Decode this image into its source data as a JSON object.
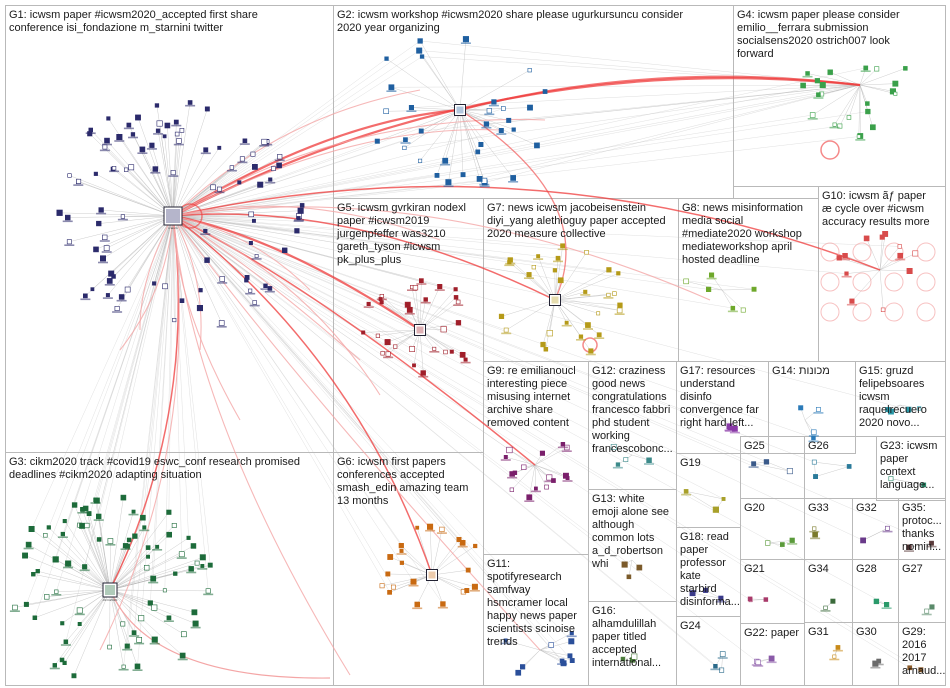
{
  "graph_title": "",
  "colors": {
    "group_border": "#b9b9b9",
    "edge": "#b8b8b8",
    "edge_strong": "#ef3b3b",
    "edge_soft": "#f4a6a6",
    "node_stroke": "#222233"
  },
  "groups": [
    {
      "id": "G1",
      "label_lines": [
        "G1: icwsm paper #icwsm2020_accepted first share",
        "conference isi_fondazione m_starnini twitter"
      ],
      "node_color": "#2b2a6b",
      "hub_name": "icwsm",
      "node_count": 95
    },
    {
      "id": "G2",
      "label_lines": [
        "G2: icwsm workshop #icwsm2020 share please ugurkursuncu consider",
        "2020 year organizing"
      ],
      "node_color": "#1f5fa0",
      "hub_name": "",
      "node_count": 34
    },
    {
      "id": "G3",
      "label_lines": [
        "G3: cikm2020 track #covid19 eswc_conf research promised",
        "deadlines #cikm2020 adapting situation"
      ],
      "node_color": "#1d6b3a",
      "hub_name": "cikm2020",
      "node_count": 80
    },
    {
      "id": "G4",
      "label_lines": [
        "G4: icwsm paper please consider",
        "emilio__ferrara submission",
        "socialsens2020 ostrich007 look",
        "forward"
      ],
      "node_color": "#3aa04a",
      "hub_name": "",
      "node_count": 22
    },
    {
      "id": "G5",
      "label_lines": [
        "G5: icwsm gvrkiran nodexl",
        "paper #icwsm2019",
        "jurgenpfeffer was3210",
        "gareth_tyson #icwsm",
        "pk_plus_plus"
      ],
      "node_color": "#a01f2a",
      "hub_name": "",
      "node_count": 30
    },
    {
      "id": "G6",
      "label_lines": [
        "G6: icwsm first papers",
        "conferences accepted",
        "smash_edin amazing team",
        "13 months"
      ],
      "node_color": "#c96a12",
      "hub_name": "",
      "node_count": 22
    },
    {
      "id": "G7",
      "label_lines": [
        "G7: news icwsm jacobeisenstein",
        "diyi_yang alethioguy paper accepted",
        "2020 measure collective"
      ],
      "node_color": "#b59a18",
      "hub_name": "",
      "node_count": 28
    },
    {
      "id": "G8",
      "label_lines": [
        "G8: news misinformation",
        "media social",
        "#mediate2020 workshop",
        "mediateworkshop april",
        "hosted deadline"
      ],
      "node_color": "#6ea82b",
      "hub_name": "",
      "node_count": 6
    },
    {
      "id": "G9",
      "label_lines": [
        "G9: re emilianoucl",
        "interesting piece",
        "misusing internet",
        "archive share",
        "removed content"
      ],
      "node_color": "#7a1f6b",
      "hub_name": "",
      "node_count": 16
    },
    {
      "id": "G10",
      "label_lines": [
        "G10: icwsm ãƒ paper",
        "æ cycle over #icwsm",
        "accuracy results more"
      ],
      "node_color": "#d84b4b",
      "hub_name": "",
      "node_count": 12
    },
    {
      "id": "G11",
      "label_lines": [
        "G11:",
        "spotifyresearch",
        "samfway",
        "hsmcramer local",
        "happy news paper",
        "scientists scinoise",
        "trends"
      ],
      "node_color": "#2a4f9a",
      "hub_name": "",
      "node_count": 10
    },
    {
      "id": "G12",
      "label_lines": [
        "G12: craziness",
        "good news",
        "congratulations",
        "francesco fabbri",
        "phd student",
        "working",
        "francescobonc..."
      ],
      "node_color": "#3c8a8a",
      "hub_name": "",
      "node_count": 4
    },
    {
      "id": "G13",
      "label_lines": [
        "G13: white",
        "emoji alone see",
        "although",
        "common lots",
        "a_d_robertson",
        "whi"
      ],
      "node_color": "#7b5a2a",
      "hub_name": "",
      "node_count": 3
    },
    {
      "id": "G14",
      "label_lines": [
        "G14: מכונות"
      ],
      "node_color": "#2a7ab8",
      "hub_name": "",
      "node_count": 4
    },
    {
      "id": "G15",
      "label_lines": [
        "G15: gruzd",
        "felipebsoares",
        "icwsm",
        "raquelrecuero",
        "2020 novo..."
      ],
      "node_color": "#2a9aaa",
      "hub_name": "",
      "node_count": 4
    },
    {
      "id": "G16",
      "label_lines": [
        "G16:",
        "alhamdulillah",
        "paper titled",
        "accepted",
        "international..."
      ],
      "node_color": "#4a7a3a",
      "hub_name": "",
      "node_count": 3
    },
    {
      "id": "G17",
      "label_lines": [
        "G17: resources",
        "understand",
        "disinfo",
        "convergence far",
        "right hard left..."
      ],
      "node_color": "#8a3aa8",
      "hub_name": "",
      "node_count": 3
    },
    {
      "id": "G18",
      "label_lines": [
        "G18: read",
        "paper",
        "professor",
        "kate",
        "starbird",
        "disinforma..."
      ],
      "node_color": "#3a3a8a",
      "hub_name": "",
      "node_count": 3
    },
    {
      "id": "G19",
      "label_lines": [
        "G19"
      ],
      "node_color": "#a8a02a",
      "hub_name": "",
      "node_count": 3
    },
    {
      "id": "G20",
      "label_lines": [
        "G20"
      ],
      "node_color": "#5a9a3a",
      "hub_name": "",
      "node_count": 3
    },
    {
      "id": "G21",
      "label_lines": [
        "G21"
      ],
      "node_color": "#a83a6a",
      "hub_name": "",
      "node_count": 3
    },
    {
      "id": "G22",
      "label_lines": [
        "G22: paper"
      ],
      "node_color": "#8a5aa8",
      "hub_name": "",
      "node_count": 3
    },
    {
      "id": "G23",
      "label_lines": [
        "G23: icwsm",
        "paper",
        "context",
        "language..."
      ],
      "node_color": "#2a8a6a",
      "hub_name": "",
      "node_count": 2
    },
    {
      "id": "G24",
      "label_lines": [
        "G24"
      ],
      "node_color": "#2a6a8a",
      "hub_name": "",
      "node_count": 3
    },
    {
      "id": "G25",
      "label_lines": [
        "G25"
      ],
      "node_color": "#3a5a8a",
      "hub_name": "",
      "node_count": 3
    },
    {
      "id": "G26",
      "label_lines": [
        "G26"
      ],
      "node_color": "#2a7a9a",
      "hub_name": "",
      "node_count": 3
    },
    {
      "id": "G27",
      "label_lines": [
        "G27"
      ],
      "node_color": "#5a8a6a",
      "hub_name": "",
      "node_count": 2
    },
    {
      "id": "G28",
      "label_lines": [
        "G28"
      ],
      "node_color": "#2a9a6a",
      "hub_name": "",
      "node_count": 2
    },
    {
      "id": "G29",
      "label_lines": [
        "G29:",
        "2016",
        "2017",
        "arnaud..."
      ],
      "node_color": "#8a5a2a",
      "hub_name": "",
      "node_count": 2
    },
    {
      "id": "G30",
      "label_lines": [
        "G30"
      ],
      "node_color": "#6a6a6a",
      "hub_name": "",
      "node_count": 2
    },
    {
      "id": "G31",
      "label_lines": [
        "G31"
      ],
      "node_color": "#c88a1a",
      "hub_name": "",
      "node_count": 2
    },
    {
      "id": "G32",
      "label_lines": [
        "G32"
      ],
      "node_color": "#6a3a8a",
      "hub_name": "",
      "node_count": 2
    },
    {
      "id": "G33",
      "label_lines": [
        "G33"
      ],
      "node_color": "#7a7a2a",
      "hub_name": "",
      "node_count": 2
    },
    {
      "id": "G34",
      "label_lines": [
        "G34"
      ],
      "node_color": "#3a6a3a",
      "hub_name": "",
      "node_count": 2
    },
    {
      "id": "G35",
      "label_lines": [
        "G35:",
        "protoc...",
        "thanks",
        "nomin..."
      ],
      "node_color": "#5a3a3a",
      "hub_name": "",
      "node_count": 2
    }
  ]
}
